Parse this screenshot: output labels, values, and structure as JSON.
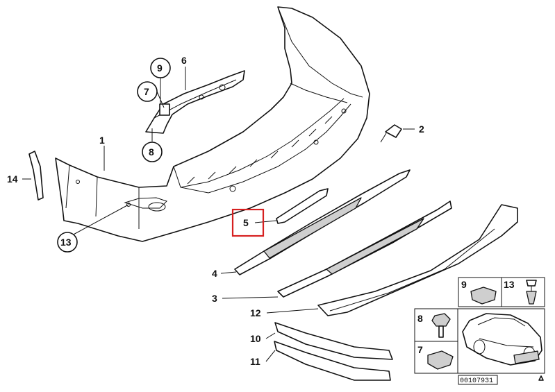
{
  "diagram": {
    "callouts": [
      {
        "id": "c1",
        "text": "1"
      },
      {
        "id": "c2",
        "text": "2"
      },
      {
        "id": "c3",
        "text": "3"
      },
      {
        "id": "c4",
        "text": "4"
      },
      {
        "id": "c5",
        "text": "5"
      },
      {
        "id": "c6",
        "text": "6"
      },
      {
        "id": "c7",
        "text": "7"
      },
      {
        "id": "c8",
        "text": "8"
      },
      {
        "id": "c9",
        "text": "9"
      },
      {
        "id": "c10",
        "text": "10"
      },
      {
        "id": "c11",
        "text": "11"
      },
      {
        "id": "c12",
        "text": "12"
      },
      {
        "id": "c13",
        "text": "13"
      },
      {
        "id": "c14",
        "text": "14"
      }
    ],
    "inset_labels": {
      "i9": "9",
      "i13": "13",
      "i8": "8",
      "i7": "7"
    },
    "doc_number": "00107931",
    "highlight_color": "#d62020"
  }
}
